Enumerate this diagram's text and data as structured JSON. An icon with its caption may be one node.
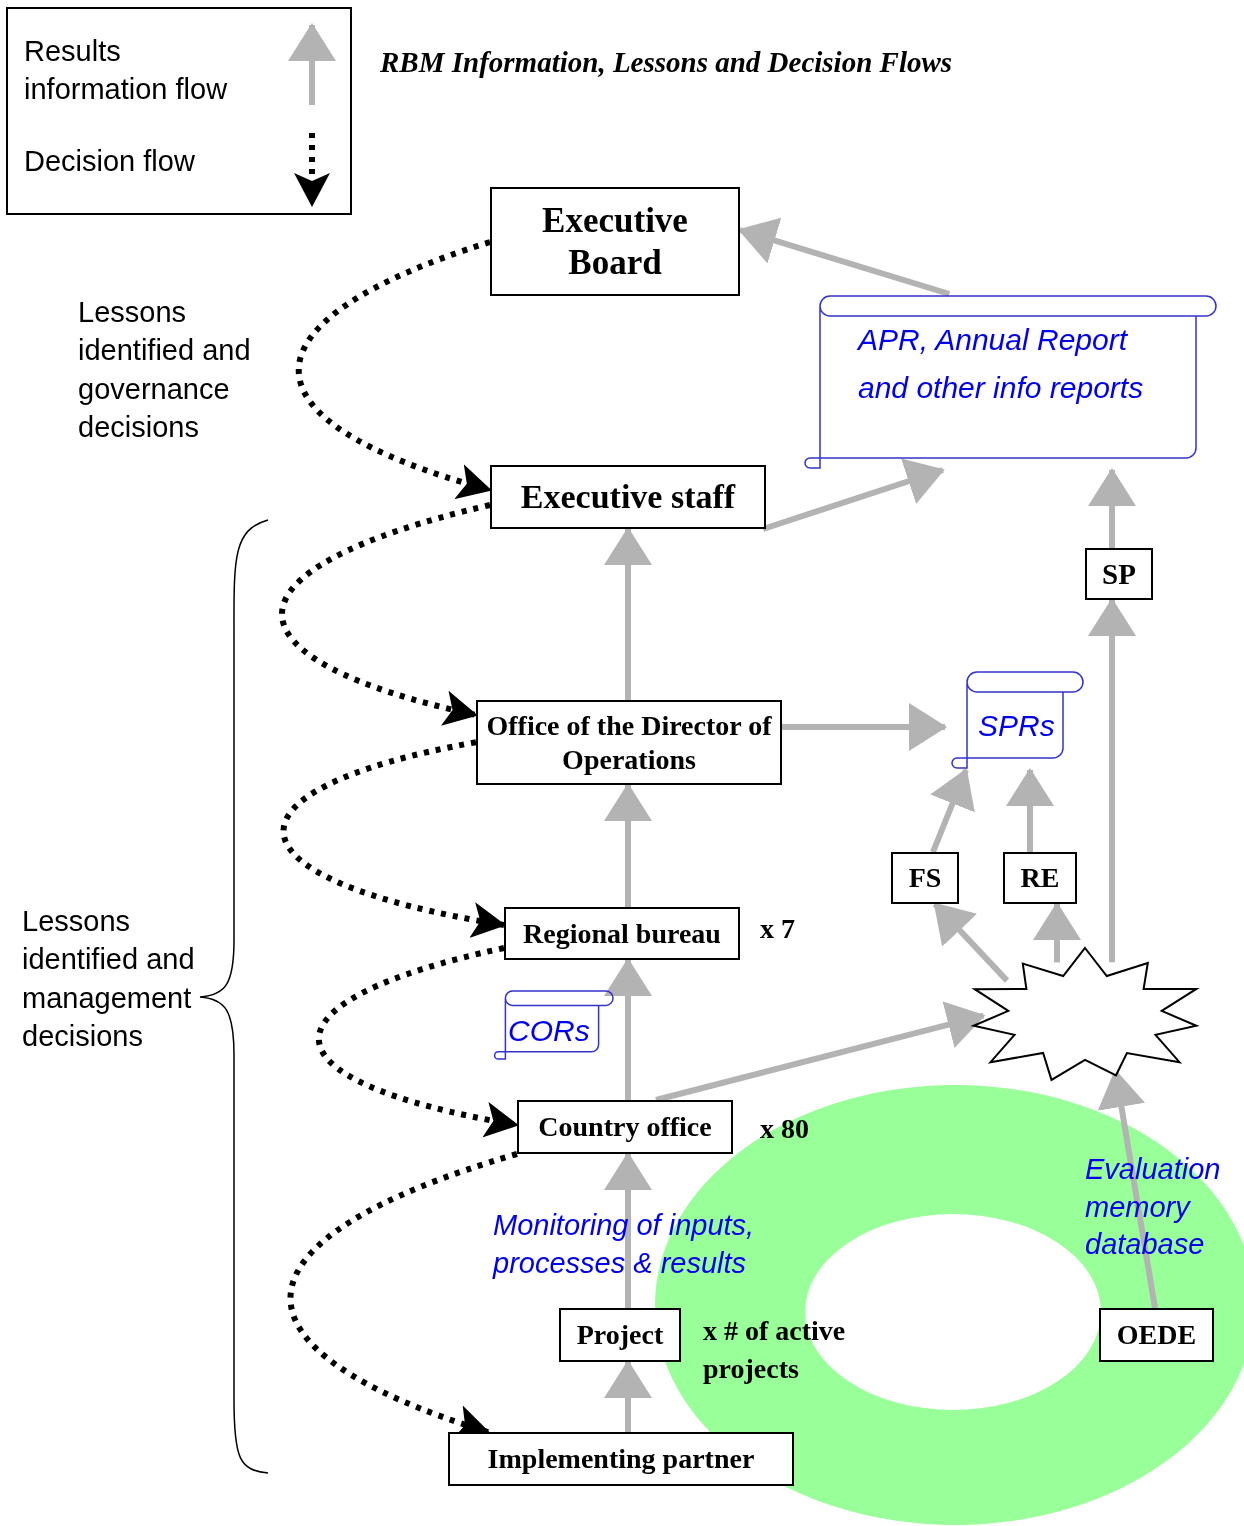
{
  "diagram": {
    "title": "RBM Information, Lessons and Decision Flows",
    "nodes": [
      {
        "text": [
          "Executive Board"
        ]
      },
      {
        "text": [
          "APR, Annual Report and other info reports"
        ]
      },
      {
        "text": [
          "Executive staff"
        ]
      },
      {
        "text": [
          "SP"
        ]
      },
      {
        "text": [
          "Office of the Director of Operations"
        ]
      },
      {
        "text": [
          "SPRs"
        ]
      },
      {
        "text": [
          "FS"
        ]
      },
      {
        "text": [
          "RE"
        ]
      },
      {
        "text": [
          "Regional bureau"
        ],
        "beside": [
          "x 7"
        ]
      },
      {
        "text": [
          "CORs"
        ]
      },
      {
        "text": [],
        "shape": "star"
      },
      {
        "text": [
          "Country office"
        ]
      },
      {
        "text": [
          "Project"
        ]
      },
      {
        "text": [
          "OEDE"
        ],
        "in": 15
      },
      {
        "text": [
          "Implementing partner"
        ]
      },
      {
        "text": [
          "Evaluation memory database"
        ]
      }
    ],
    "edges": [
      {
        "from": 1,
        "to": 0,
        "arrow": "to"
      },
      {
        "from": 2,
        "to": 1,
        "arrow": "to"
      },
      {
        "from": 3,
        "to": 1,
        "arrow": "to"
      },
      {
        "from": 4,
        "to": 2,
        "arrow": "to"
      },
      {
        "from": 4,
        "to": 5,
        "arrow": "to"
      },
      {
        "from": 6,
        "to": 5,
        "arrow": "to"
      },
      {
        "from": 7,
        "to": 5,
        "arrow": "to"
      },
      {
        "from": 8,
        "to": 4,
        "arrow": "to"
      },
      {
        "from": 10,
        "to": 6,
        "arrow": "to"
      },
      {
        "from": 10,
        "to": 7,
        "arrow": "to"
      },
      {
        "from": 10,
        "to": 3,
        "arrow": "to"
      },
      {
        "from": 11,
        "to": 8,
        "arrow": "to"
      },
      {
        "from": 11,
        "to": 10,
        "arrow": "to"
      },
      {
        "from": 12,
        "to": 11,
        "arrow": "to"
      },
      {
        "from": 14,
        "to": 12,
        "arrow": "to"
      },
      {
        "from": 13,
        "to": 10,
        "arrow": "to"
      },
      {
        "from": 0,
        "to": 2,
        "arrow": "to",
        "style": "dashed",
        "color": "#000000"
      },
      {
        "from": 2,
        "to": 4,
        "arrow": "to",
        "style": "dashed",
        "color": "#000000"
      },
      {
        "from": 4,
        "to": 8,
        "arrow": "to",
        "style": "dashed",
        "color": "#000000"
      },
      {
        "from": 8,
        "to": 11,
        "arrow": "to",
        "style": "dashed",
        "color": "#000000"
      },
      {
        "from": 11,
        "to": 14,
        "arrow": "to",
        "style": "dashed",
        "color": "#000000"
      }
    ],
    "labels": [
      "Lessons identified and governance decisions",
      "Lessons identified and management decisions",
      "x 80",
      "Monitoring of inputs, processes & results",
      "x # of active projects"
    ],
    "legend": [
      {
        "text": "Results information flow"
      },
      {
        "text": "Decision flow"
      }
    ]
  }
}
